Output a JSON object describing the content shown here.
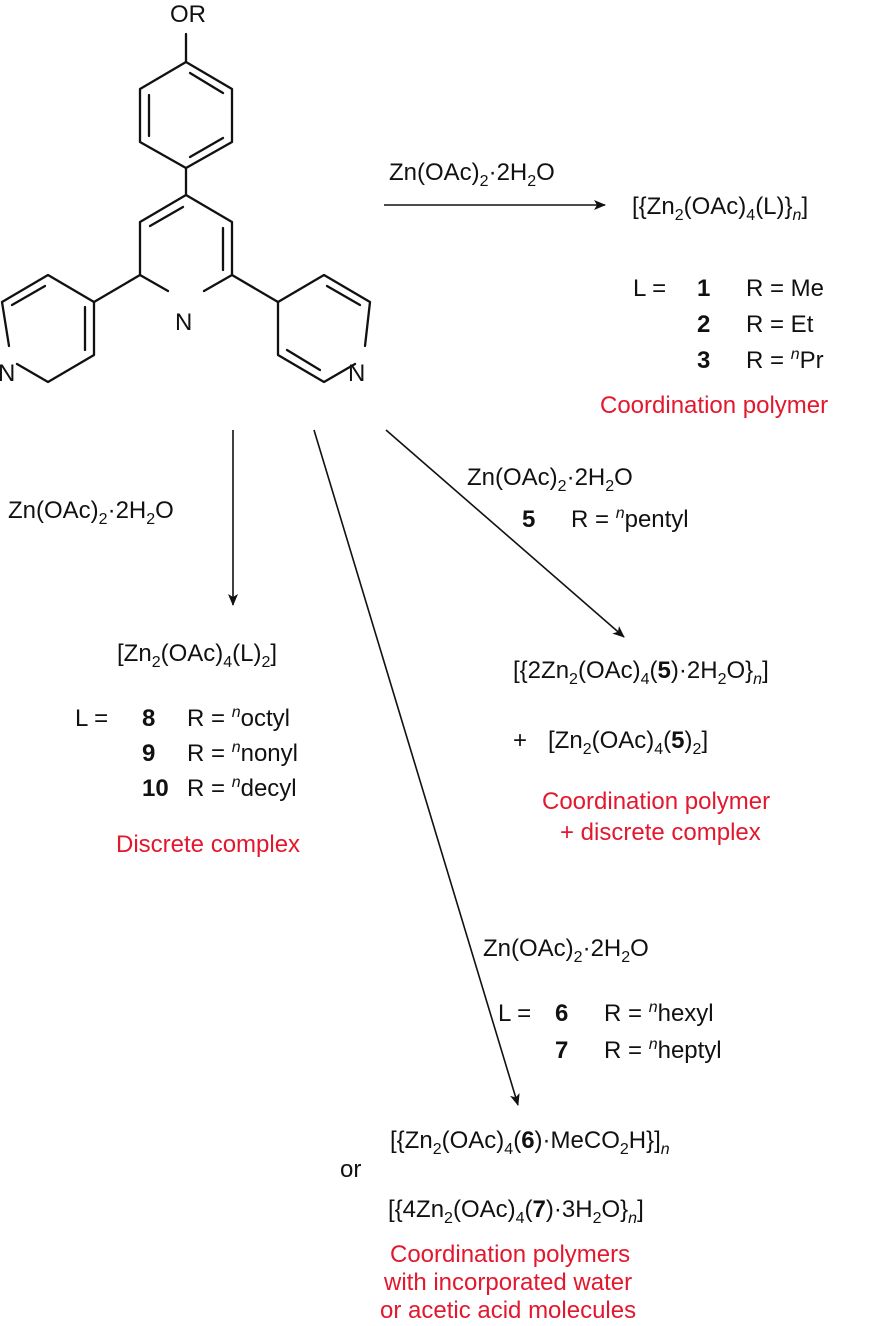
{
  "structure": {
    "substituent": "OR",
    "atom_n": "N"
  },
  "top_route": {
    "reagent": [
      "Zn(OAc)",
      "2",
      "·2H",
      "2",
      "O"
    ],
    "product": [
      "[{Zn",
      "2",
      "(OAc)",
      "4",
      "(L)}",
      "n",
      "]"
    ],
    "rows": [
      {
        "prefix": "L =",
        "id": "1",
        "r": "R = Me"
      },
      {
        "prefix": "",
        "id": "2",
        "r": "R = Et"
      },
      {
        "prefix": "",
        "id": "3",
        "r_pre": "R = ",
        "r_sup": "n",
        "r_post": "Pr"
      }
    ],
    "outcome": "Coordination polymer"
  },
  "left_route": {
    "reagent": [
      "Zn(OAc)",
      "2",
      "·2H",
      "2",
      "O"
    ],
    "product": [
      "[Zn",
      "2",
      "(OAc)",
      "4",
      "(L)",
      "2",
      "]"
    ],
    "rows": [
      {
        "prefix": "L =",
        "id": "8",
        "r_pre": "R = ",
        "r_sup": "n",
        "r_post": "octyl"
      },
      {
        "prefix": "",
        "id": "9",
        "r_pre": "R = ",
        "r_sup": "n",
        "r_post": "nonyl"
      },
      {
        "prefix": "",
        "id": "10",
        "r_pre": "R = ",
        "r_sup": "n",
        "r_post": "decyl"
      }
    ],
    "outcome": "Discrete complex"
  },
  "right_route": {
    "reagent": [
      "Zn(OAc)",
      "2",
      "·2H",
      "2",
      "O"
    ],
    "row": {
      "id": "5",
      "r_pre": "R = ",
      "r_sup": "n",
      "r_post": "pentyl"
    },
    "product1": [
      "[{2Zn",
      "2",
      "(OAc)",
      "4",
      "(",
      "5",
      ")·2H",
      "2",
      "O}",
      "n",
      "]"
    ],
    "plus": "+",
    "product2": [
      "[Zn",
      "2",
      "(OAc)",
      "4",
      "(",
      "5",
      ")",
      "2",
      "]"
    ],
    "outcome": [
      "Coordination polymer",
      "+ discrete complex"
    ]
  },
  "middle_route": {
    "reagent": [
      "Zn(OAc)",
      "2",
      "·2H",
      "2",
      "O"
    ],
    "rows": [
      {
        "prefix": "L =",
        "id": "6",
        "r_pre": "R = ",
        "r_sup": "n",
        "r_post": "hexyl"
      },
      {
        "prefix": "",
        "id": "7",
        "r_pre": "R = ",
        "r_sup": "n",
        "r_post": "heptyl"
      }
    ],
    "product1": [
      "[{Zn",
      "2",
      "(OAc)",
      "4",
      "(",
      "6",
      ")·MeCO",
      "2",
      "H}]",
      "n"
    ],
    "or_word": "or",
    "product2": [
      "[{4Zn",
      "2",
      "(OAc)",
      "4",
      "(",
      "7",
      ")·3H",
      "2",
      "O}",
      "n",
      "]"
    ],
    "outcome": [
      "Coordination polymers",
      "with incorporated water",
      "or acetic acid molecules"
    ]
  }
}
